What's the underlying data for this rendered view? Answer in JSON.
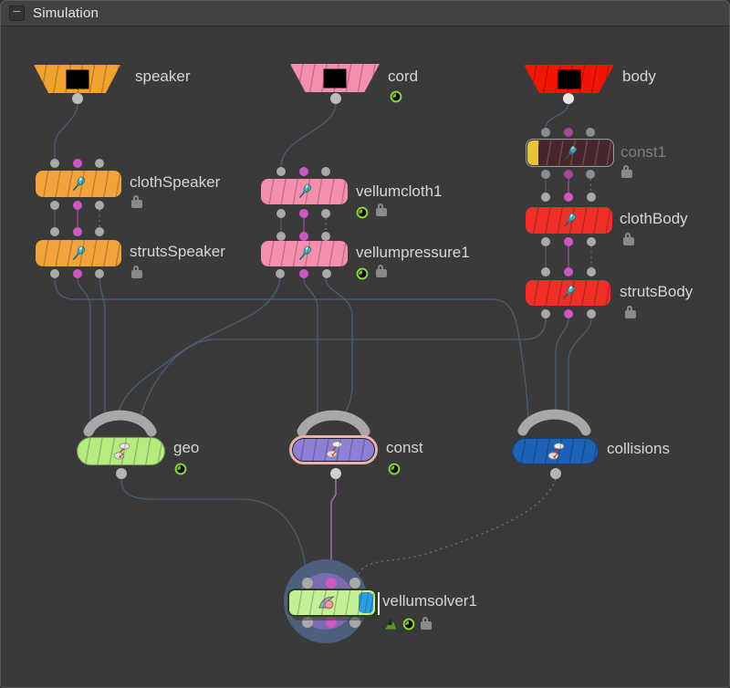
{
  "window": {
    "title": "Simulation",
    "collapse_icon": "minus"
  },
  "wire_colors": {
    "default": "#4c5f7a",
    "constraint_purple": "#98599e",
    "reference_dotted": "#5e7291",
    "const_to_solver": "#b77cc0"
  },
  "nodes": {
    "speaker": {
      "label": "speaker",
      "color": "#f0a22e",
      "shape": "output-null",
      "badges": []
    },
    "cord": {
      "label": "cord",
      "color": "#f58fad",
      "shape": "output-null",
      "badges": [
        "time-dependent"
      ]
    },
    "body": {
      "label": "body",
      "color": "#f21505",
      "shape": "output-null",
      "badges": []
    },
    "clothSpeaker": {
      "label": "clothSpeaker",
      "color": "#f2a33c",
      "icon": "pin-icon",
      "badges": [
        "locked"
      ]
    },
    "strutsSpeaker": {
      "label": "strutsSpeaker",
      "color": "#f2a33c",
      "icon": "pin-icon",
      "badges": [
        "locked"
      ]
    },
    "vellumcloth1": {
      "label": "vellumcloth1",
      "color": "#f58fad",
      "icon": "pin-icon",
      "badges": [
        "time-dependent",
        "locked"
      ]
    },
    "vellumpressure1": {
      "label": "vellumpressure1",
      "color": "#f58fad",
      "icon": "pin-icon",
      "badges": [
        "time-dependent",
        "locked"
      ]
    },
    "const1": {
      "label": "const1",
      "color": "#46262a",
      "bypass_flag_color": "#e5c43c",
      "icon": "pin-icon",
      "badges": [
        "locked"
      ],
      "dimmed": true
    },
    "clothBody": {
      "label": "clothBody",
      "color": "#f03028",
      "icon": "pin-icon",
      "badges": [
        "locked"
      ]
    },
    "strutsBody": {
      "label": "strutsBody",
      "color": "#f03028",
      "icon": "pin-icon",
      "badges": [
        "locked"
      ]
    },
    "geo": {
      "label": "geo",
      "color": "#b6eb80",
      "icon": "object-merge-icon",
      "badges": [
        "time-dependent"
      ]
    },
    "const": {
      "label": "const",
      "color": "#8f7fd6",
      "selection_ring_color": "#e8b3a6",
      "icon": "object-merge-icon",
      "badges": [
        "time-dependent"
      ]
    },
    "collisions": {
      "label": "collisions",
      "color": "#1e62b8",
      "icon": "object-merge-icon",
      "badges": []
    },
    "vellumsolver1": {
      "label": "vellumsolver1",
      "color": "#c4f095",
      "display_flag_color": "#2b9fe0",
      "icon": "vellum-solver-icon",
      "badges": [
        "dive-target",
        "time-dependent",
        "locked"
      ]
    }
  }
}
